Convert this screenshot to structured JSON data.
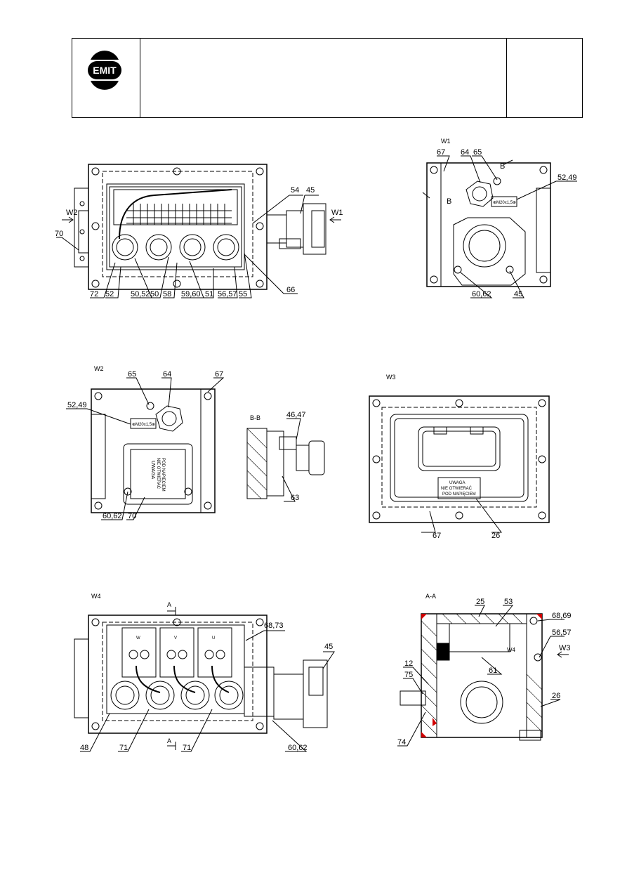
{
  "logo": {
    "text": "EMIT"
  },
  "views": {
    "w1_title": "W1",
    "w2_title": "W2",
    "w3_title": "W3",
    "w4_title": "W4",
    "bb_title": "B-B",
    "aa_title": "A-A",
    "section_letter_b": "B",
    "section_letter_a": "A"
  },
  "arrows": {
    "w2_left": "W2",
    "w1_right": "W1",
    "w3_right": "W3",
    "w4_inner": "W4"
  },
  "plates": {
    "thread_m": "⊕M20x1,5⊕",
    "thread_m2": "⊕M20x1,5⊕"
  },
  "warning": {
    "line1": "UWAGA",
    "line2": "NIE OTWIERAĆ",
    "line3": "POD NAPIĘCIEM"
  },
  "top_left_labels": {
    "n70": "70",
    "n54": "54",
    "n45": "45",
    "n72": "72",
    "n52": "52",
    "n50_52": "50,52",
    "n50": "50",
    "n58": "58",
    "n59_60": "59,60",
    "n51": "51",
    "n56_57": "56,57",
    "n55": "55",
    "n66": "66"
  },
  "top_right_labels": {
    "n67": "67",
    "n64": "64",
    "n65": "65",
    "n52_49": "52,49",
    "n60_62": "60,62",
    "n45": "45"
  },
  "mid_left_labels": {
    "n65": "65",
    "n64": "64",
    "n67": "67",
    "n52_49": "52,49",
    "n60_62": "60,62",
    "n70": "70"
  },
  "bb_labels": {
    "n46_47": "46,47",
    "n63": "63"
  },
  "w3_labels": {
    "n67": "67",
    "n26": "26"
  },
  "w4_labels": {
    "n68_73": "68,73",
    "n45": "45",
    "n48": "48",
    "n71a": "71",
    "n71b": "71",
    "n60_62": "60,62"
  },
  "aa_labels": {
    "n25": "25",
    "n53": "53",
    "n68_69": "68,69",
    "n56_57": "56,57",
    "n12": "12",
    "n75": "75",
    "n61": "61",
    "n26": "26",
    "n74": "74"
  },
  "terminal_letters": {
    "w": "W",
    "v": "V",
    "u": "U"
  }
}
